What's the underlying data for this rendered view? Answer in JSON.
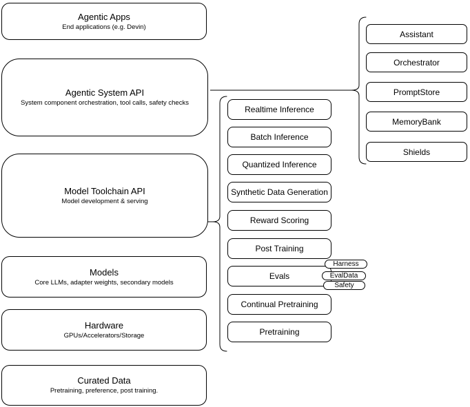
{
  "diagram": {
    "colors": {
      "background": "#ffffff",
      "border": "#000000",
      "text": "#000000"
    },
    "left_column": [
      {
        "title": "Agentic Apps",
        "subtitle": "End applications (e.g. Devin)"
      },
      {
        "title": "Agentic System API",
        "subtitle": "System component orchestration, tool calls, safety checks"
      },
      {
        "title": "Model Toolchain API",
        "subtitle": "Model development & serving"
      },
      {
        "title": "Models",
        "subtitle": "Core LLMs, adapter weights, secondary models"
      },
      {
        "title": "Hardware",
        "subtitle": "GPUs/Accelerators/Storage"
      },
      {
        "title": "Curated Data",
        "subtitle": "Pretraining, preference, post training."
      }
    ],
    "toolchain_components": [
      {
        "label": "Realtime Inference"
      },
      {
        "label": "Batch Inference"
      },
      {
        "label": "Quantized Inference"
      },
      {
        "label": "Synthetic Data Generation"
      },
      {
        "label": "Reward Scoring"
      },
      {
        "label": "Post Training"
      },
      {
        "label": "Evals"
      },
      {
        "label": "Continual Pretraining"
      },
      {
        "label": "Pretraining"
      }
    ],
    "evals_tags": [
      {
        "label": "Harness"
      },
      {
        "label": "EvalData"
      },
      {
        "label": "Safety"
      }
    ],
    "system_components": [
      {
        "label": "Assistant"
      },
      {
        "label": "Orchestrator"
      },
      {
        "label": "PromptStore"
      },
      {
        "label": "MemoryBank"
      },
      {
        "label": "Shields"
      }
    ]
  }
}
